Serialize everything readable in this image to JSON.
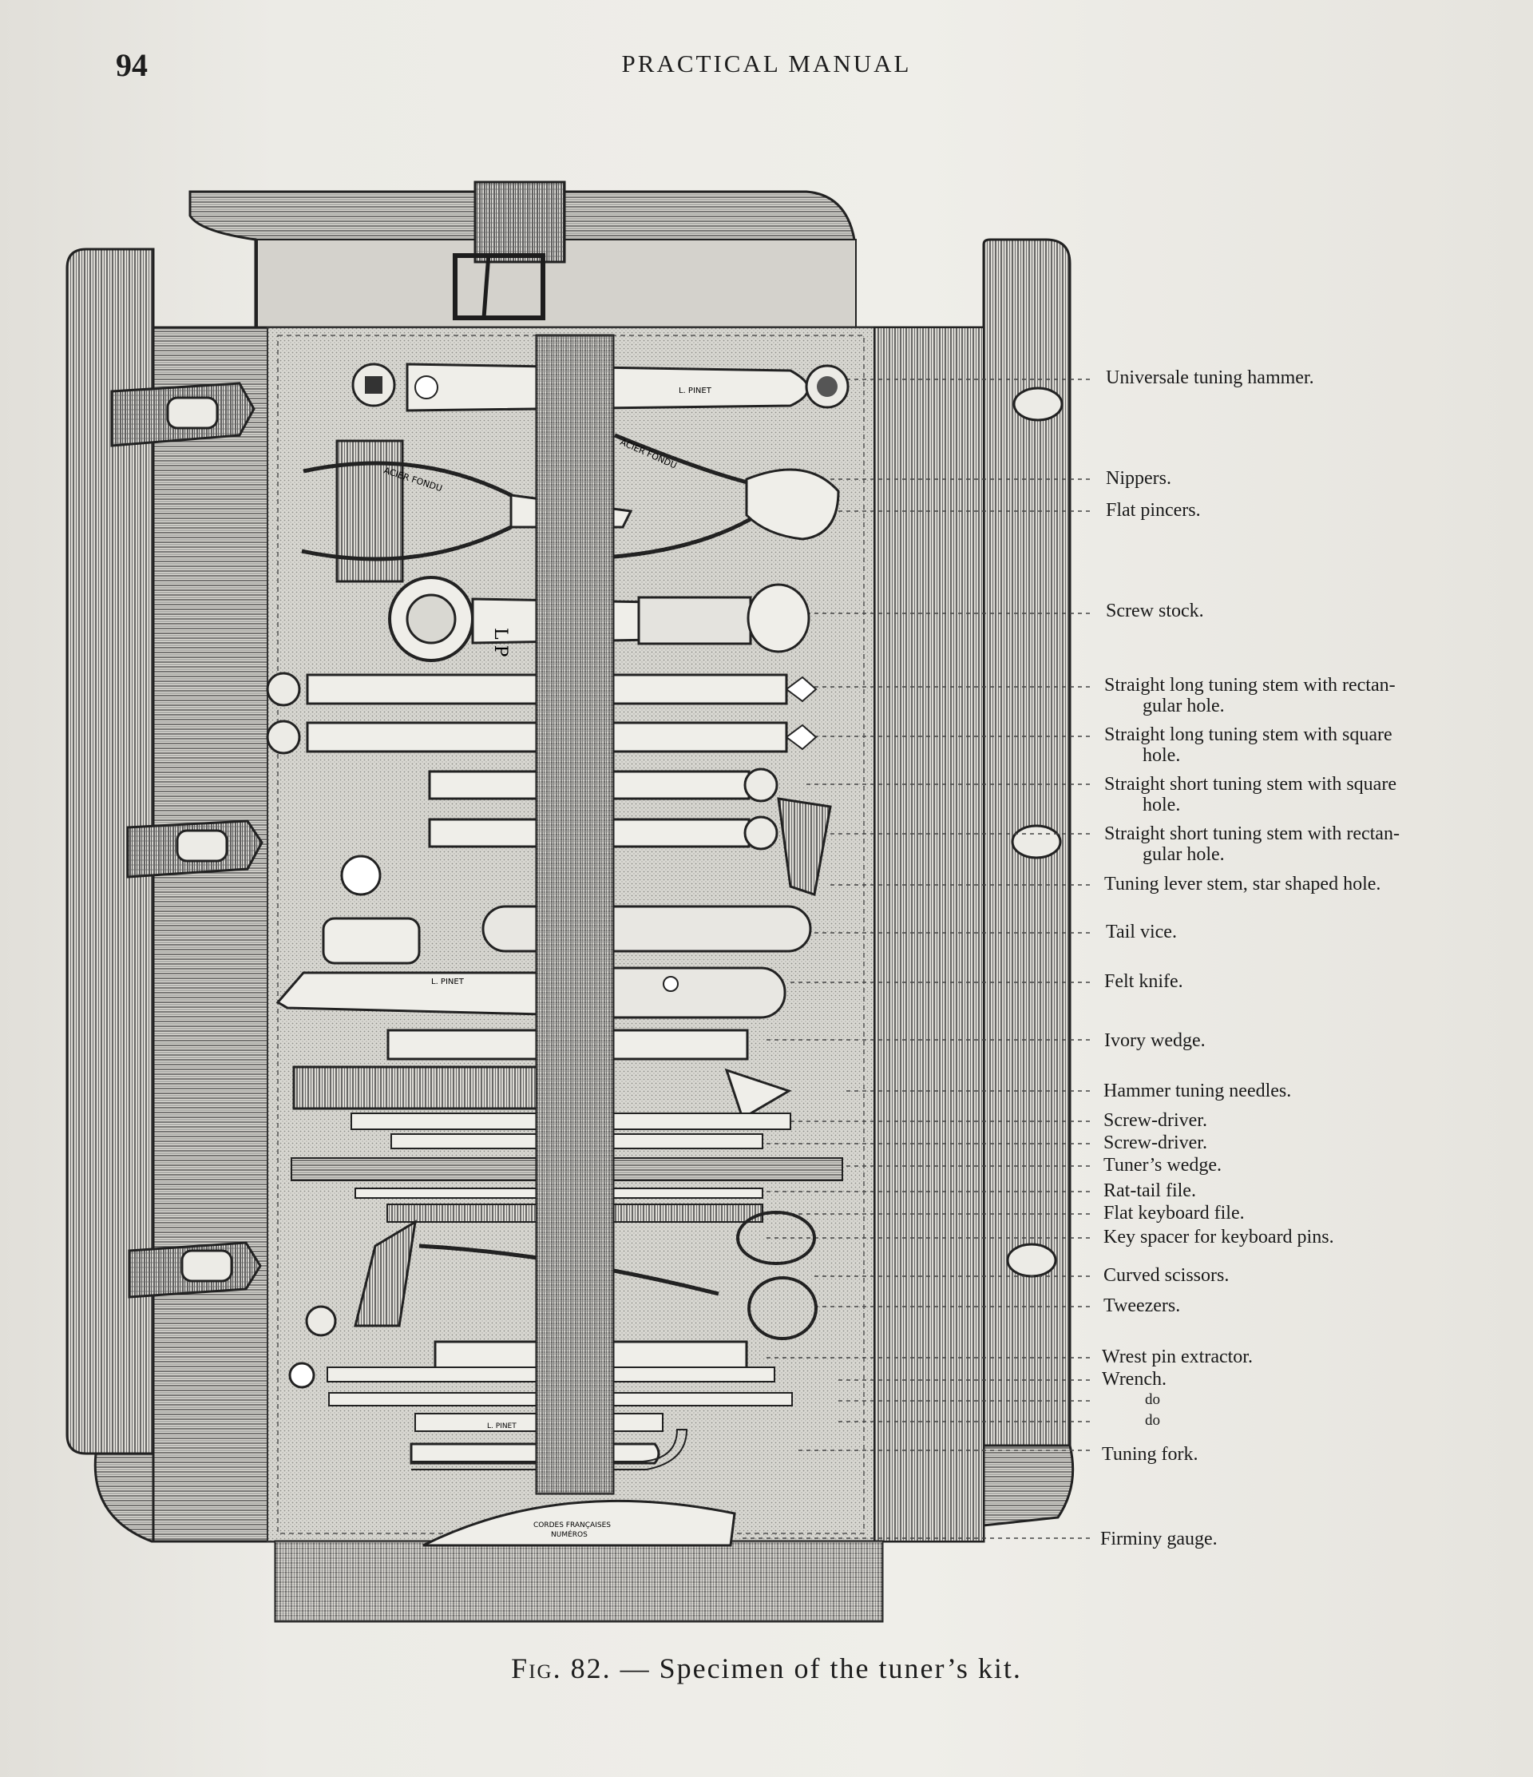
{
  "page": {
    "number": "94",
    "running_head": "PRACTICAL MANUAL"
  },
  "figure": {
    "caption_fig": "Fig. 82.",
    "caption_dash": "—",
    "caption_text": "Specimen of the tuner’s kit.",
    "embedded_text": {
      "hammer_maker": "L. PINET",
      "pliers_stamp_1": "ACIER FONDU",
      "pliers_stamp_2": "ACIER FONDU",
      "screw_stock_mark": "L P",
      "knife_maker": "L. PINET",
      "wrench_maker": "L. PINET",
      "gauge_line_1": "CORDES FRANÇAISES",
      "gauge_line_2": "NUMÉROS"
    },
    "labels": [
      {
        "text": "Universale tuning hammer.",
        "cont": ""
      },
      {
        "text": "Nippers.",
        "cont": ""
      },
      {
        "text": "Flat pincers.",
        "cont": ""
      },
      {
        "text": "Screw stock.",
        "cont": ""
      },
      {
        "text": "Straight long tuning stem with rectan-",
        "cont": "gular hole."
      },
      {
        "text": "Straight long tuning stem with square",
        "cont": "hole."
      },
      {
        "text": "Straight short tuning stem with square",
        "cont": "hole."
      },
      {
        "text": "Straight short tuning stem with rectan-",
        "cont": "gular hole."
      },
      {
        "text": "Tuning lever stem, star shaped hole.",
        "cont": ""
      },
      {
        "text": "Tail vice.",
        "cont": ""
      },
      {
        "text": "Felt knife.",
        "cont": ""
      },
      {
        "text": "Ivory wedge.",
        "cont": ""
      },
      {
        "text": "Hammer tuning needles.",
        "cont": ""
      },
      {
        "text": "Screw-driver.",
        "cont": ""
      },
      {
        "text": "Screw-driver.",
        "cont": ""
      },
      {
        "text": "Tuner’s wedge.",
        "cont": ""
      },
      {
        "text": "Rat-tail file.",
        "cont": ""
      },
      {
        "text": "Flat keyboard file.",
        "cont": ""
      },
      {
        "text": "Key spacer for keyboard pins.",
        "cont": ""
      },
      {
        "text": "Curved scissors.",
        "cont": ""
      },
      {
        "text": "Tweezers.",
        "cont": ""
      },
      {
        "text": "Wrest pin extractor.",
        "cont": ""
      },
      {
        "text": "Wrench.",
        "cont": ""
      },
      {
        "text": "do",
        "cont": ""
      },
      {
        "text": "do",
        "cont": ""
      },
      {
        "text": "Tuning fork.",
        "cont": ""
      },
      {
        "text": "Firminy gauge.",
        "cont": ""
      }
    ]
  },
  "colors": {
    "paper": "#ecebe6",
    "ink": "#1d1d1d",
    "cloth": "#d9d8d2"
  }
}
